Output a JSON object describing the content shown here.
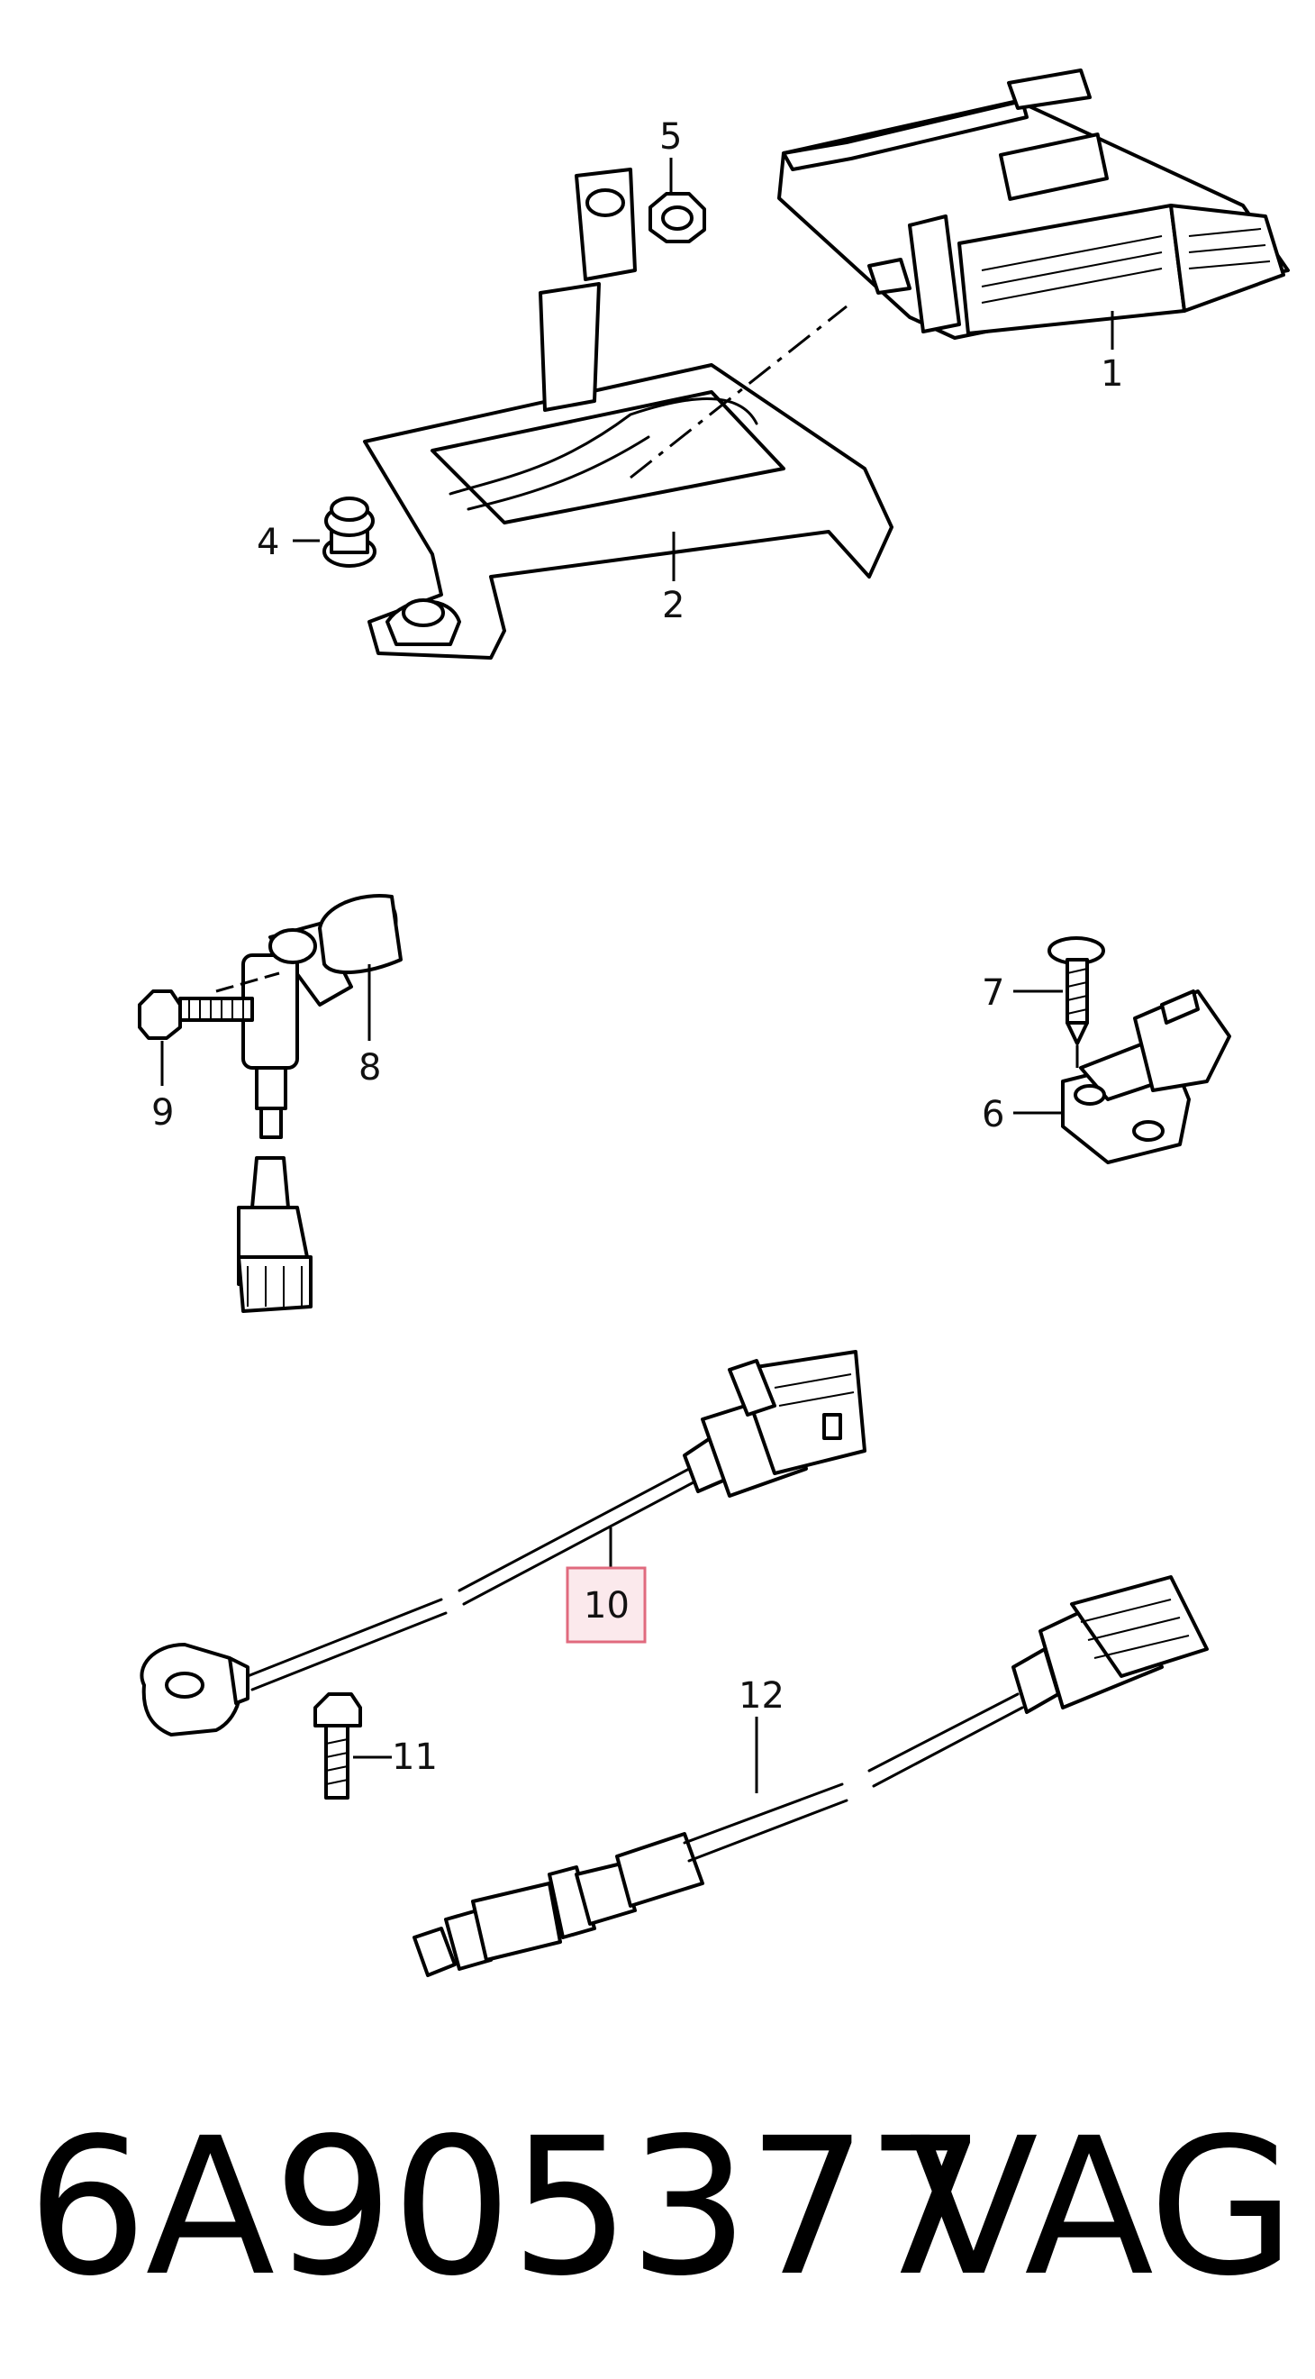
{
  "callouts": {
    "c1": "1",
    "c2": "2",
    "c4": "4",
    "c5": "5",
    "c6": "6",
    "c7": "7",
    "c8": "8",
    "c9": "9",
    "c10": "10",
    "c11": "11",
    "c12": "12"
  },
  "highlighted_callout": "10",
  "footer": {
    "part_number": "6A905377",
    "brand": "VAG"
  },
  "colors": {
    "highlight_fill": "#fbe9ec",
    "highlight_stroke": "#e06a7e",
    "ink": "#000000"
  }
}
